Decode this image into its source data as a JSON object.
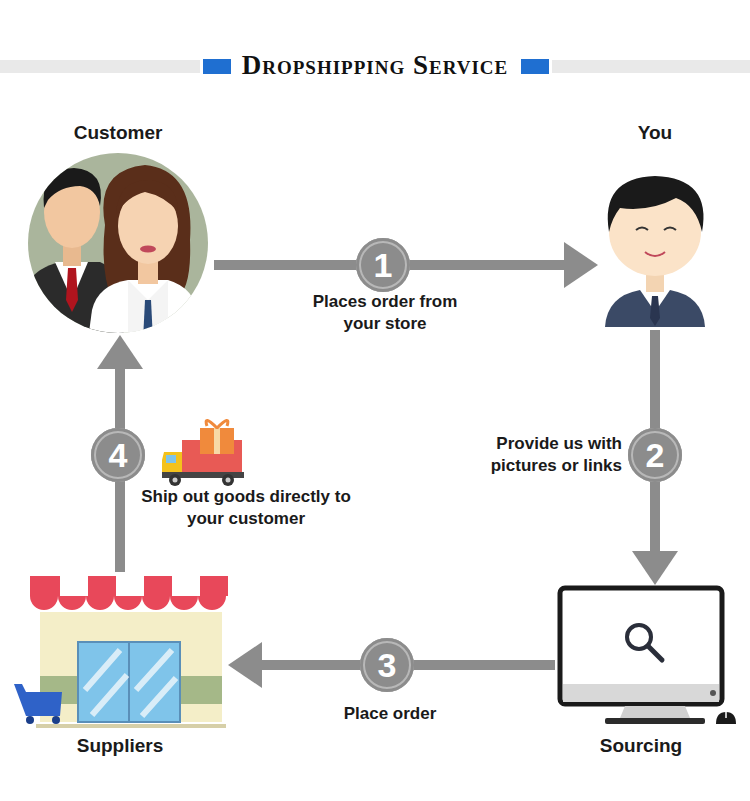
{
  "diagram": {
    "title": "Dropshipping Service",
    "nodes": [
      {
        "text": [
          "Customer"
        ]
      },
      {
        "text": [
          "You"
        ]
      },
      {
        "text": [
          "Sourcing"
        ]
      },
      {
        "text": [
          "Suppliers"
        ]
      }
    ],
    "edges": [
      {
        "from": 0,
        "to": 1,
        "arrow": "to",
        "label": "Places order from your store"
      },
      {
        "from": 1,
        "to": 2,
        "arrow": "to",
        "label": "Provide us with pictures or links"
      },
      {
        "from": 2,
        "to": 3,
        "arrow": "to",
        "label": "Place order"
      },
      {
        "from": 3,
        "to": 0,
        "arrow": "to",
        "label": "Ship out goods directly to your customer"
      }
    ],
    "labels": [
      "1",
      "2",
      "3",
      "4"
    ]
  }
}
